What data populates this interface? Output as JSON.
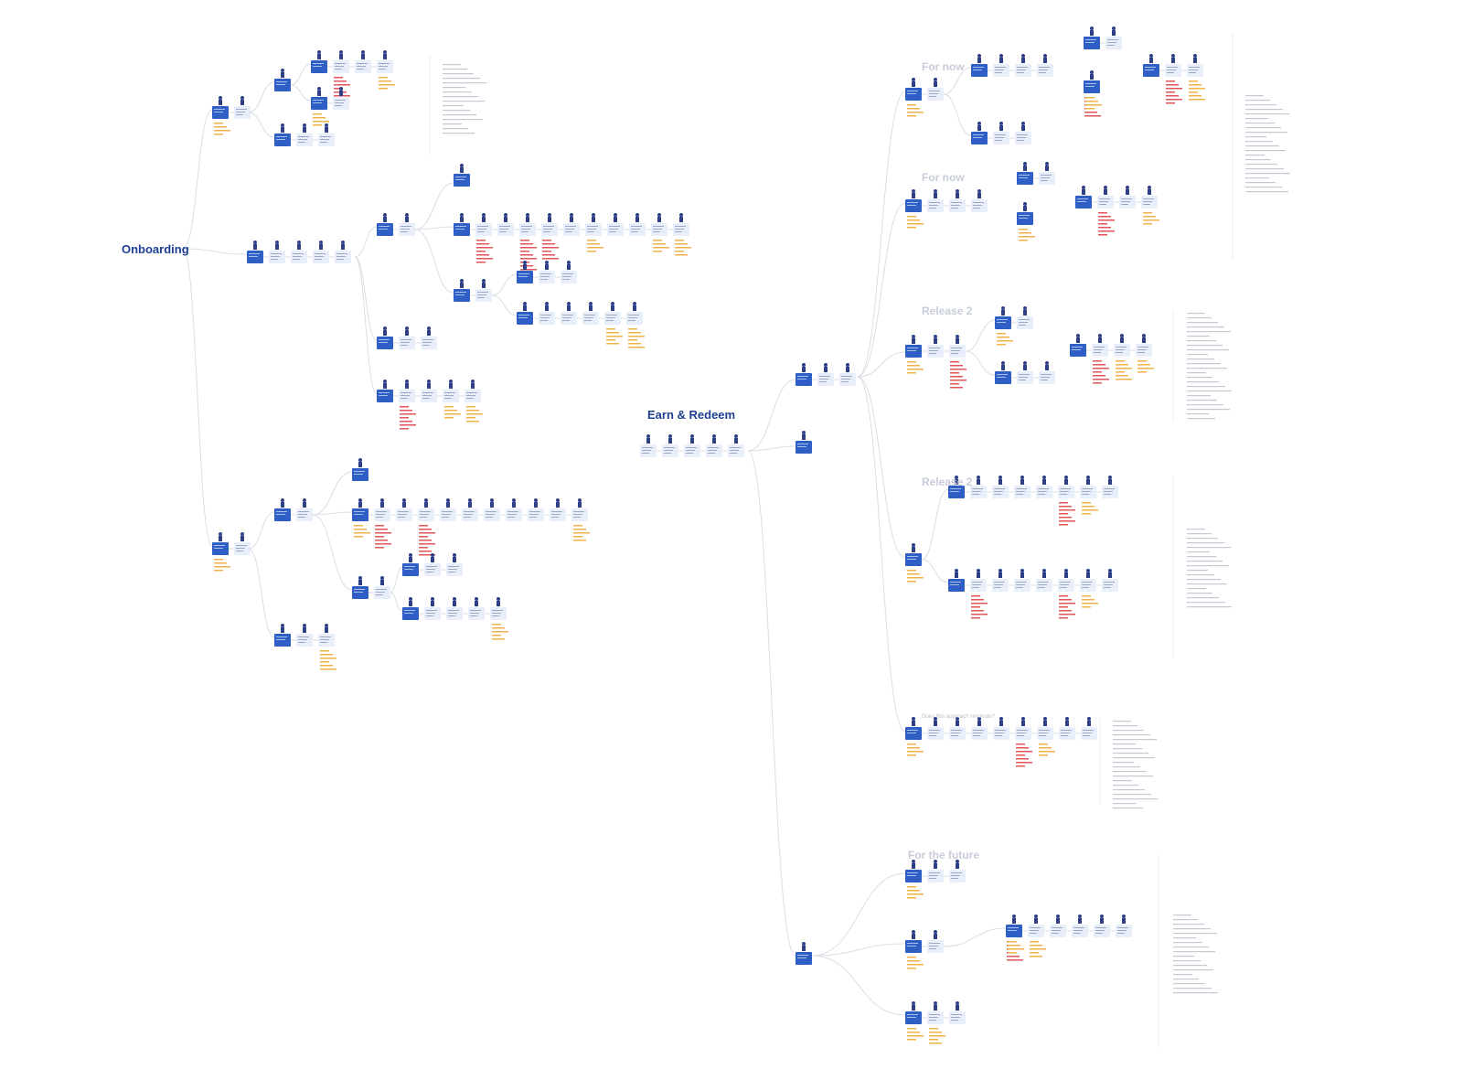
{
  "sections": {
    "onboarding": "Onboarding",
    "earn_redeem": "Earn & Redeem",
    "for_now_1": "For now",
    "for_now_2": "For now",
    "release_2_a": "Release 2",
    "release_2_b": "Release 2",
    "approach_q": "Does this approach resonate?",
    "for_future": "For the future"
  },
  "colors": {
    "background": "#ffffff",
    "connector": "#d9dde4",
    "primary_card": "#2f5fc4",
    "light_card": "#e8eefa",
    "title": "#1e3f8f",
    "section_muted": "#c7ccd8",
    "note_red": "#e2555a",
    "note_orange": "#f1b24a",
    "note_text": "#c4c9d3",
    "icon": "#2d3f86"
  }
}
